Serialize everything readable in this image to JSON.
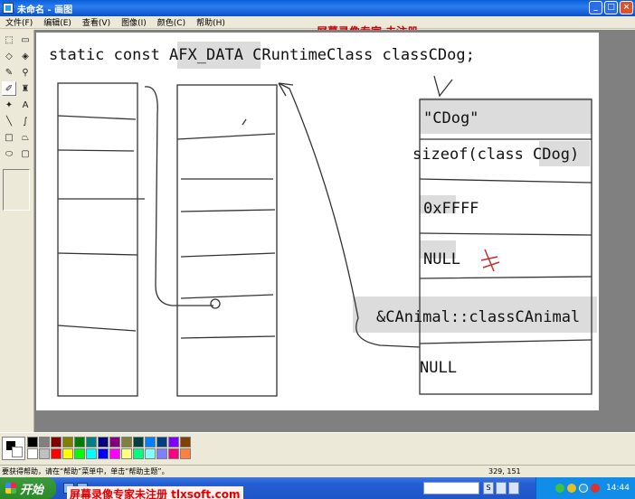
{
  "window": {
    "title": "未命名 - 画图",
    "minimize": "_",
    "maximize": "□",
    "close": "×"
  },
  "menu": {
    "items": [
      "文件(F)",
      "编辑(E)",
      "查看(V)",
      "图像(I)",
      "颜色(C)",
      "帮助(H)"
    ]
  },
  "watermark_top": "屏幕录像专家  未注册",
  "tools": [
    {
      "name": "free-select",
      "glyph": "⬚"
    },
    {
      "name": "rect-select",
      "glyph": "▭"
    },
    {
      "name": "eraser",
      "glyph": "◇"
    },
    {
      "name": "fill",
      "glyph": "◈"
    },
    {
      "name": "color-picker",
      "glyph": "✎"
    },
    {
      "name": "magnifier",
      "glyph": "⚲"
    },
    {
      "name": "pencil",
      "glyph": "✐"
    },
    {
      "name": "brush",
      "glyph": "♜"
    },
    {
      "name": "airbrush",
      "glyph": "✦"
    },
    {
      "name": "text",
      "glyph": "A"
    },
    {
      "name": "line",
      "glyph": "╲"
    },
    {
      "name": "curve",
      "glyph": "∫"
    },
    {
      "name": "rectangle",
      "glyph": "□"
    },
    {
      "name": "polygon",
      "glyph": "⏢"
    },
    {
      "name": "ellipse",
      "glyph": "⬭"
    },
    {
      "name": "rounded-rect",
      "glyph": "▢"
    }
  ],
  "canvas": {
    "code_line": "static const AFX_DATA CRuntimeClass classCDog;",
    "cdog_label": "\"CDog\"",
    "sizeof_label": "sizeof(class CDog)",
    "oxffff": "0xFFFF",
    "null_1": "NULL",
    "canimal": "&CAnimal::classCAnimal",
    "null_2": "NULL"
  },
  "palette": {
    "colors": [
      "#000000",
      "#808080",
      "#800000",
      "#808000",
      "#008000",
      "#008080",
      "#000080",
      "#800080",
      "#808040",
      "#004040",
      "#0080ff",
      "#004080",
      "#8000ff",
      "#804000",
      "#ffffff",
      "#c0c0c0",
      "#ff0000",
      "#ffff00",
      "#00ff00",
      "#00ffff",
      "#0000ff",
      "#ff00ff",
      "#ffff80",
      "#00ff80",
      "#80ffff",
      "#8080ff",
      "#ff0080",
      "#ff8040"
    ]
  },
  "status": {
    "text": "要获得帮助，请在“帮助”菜单中，单击“帮助主题”。",
    "coords": "329, 151"
  },
  "taskbar": {
    "start": "开始",
    "watermark": "屏幕录像专家未注册 tlxsoft.com",
    "tray_btn_s": "S",
    "clock": "14:44"
  }
}
